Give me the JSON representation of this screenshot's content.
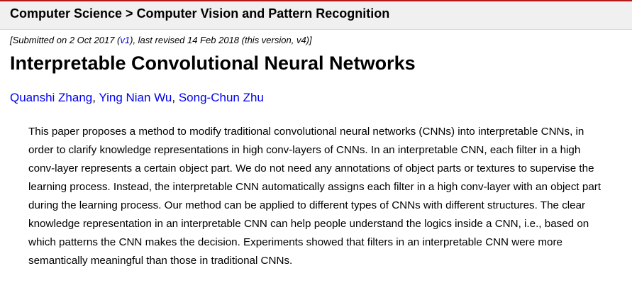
{
  "header": {
    "breadcrumb_root": "Computer Science",
    "separator": " > ",
    "breadcrumb_subject": "Computer Vision and Pattern Recognition"
  },
  "dateline": {
    "open": "[Submitted on 2 Oct 2017 (",
    "v1_link": "v1",
    "middle": "), last revised 14 Feb 2018 (this version, v4)]"
  },
  "paper": {
    "title": "Interpretable Convolutional Neural Networks",
    "authors": [
      "Quanshi Zhang",
      "Ying Nian Wu",
      "Song-Chun Zhu"
    ],
    "author_separator": ", ",
    "abstract": "This paper proposes a method to modify traditional convolutional neural networks (CNNs) into interpretable CNNs, in order to clarify knowledge representations in high conv-layers of CNNs. In an interpretable CNN, each filter in a high conv-layer represents a certain object part. We do not need any annotations of object parts or textures to supervise the learning process. Instead, the interpretable CNN automatically assigns each filter in a high conv-layer with an object part during the learning process. Our method can be applied to different types of CNNs with different structures. The clear knowledge representation in an interpretable CNN can help people understand the logics inside a CNN, i.e., based on which patterns the CNN makes the decision. Experiments showed that filters in an interpretable CNN were more semantically meaningful than those in traditional CNNs."
  },
  "colors": {
    "accent": "#b31b1b",
    "link": "#0000ee",
    "header_bg": "#f0f0f0"
  }
}
